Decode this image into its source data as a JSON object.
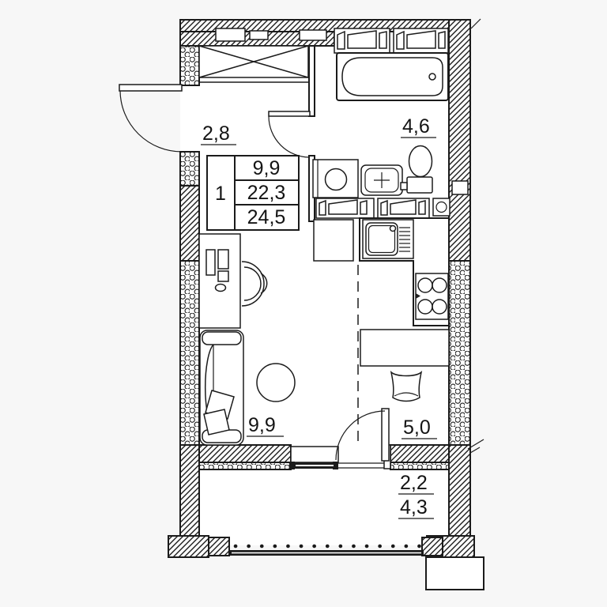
{
  "plan": {
    "title": "studio-apartment-floor-plan",
    "rooms": {
      "hallway_area": "2,8",
      "bathroom_area": "4,6",
      "living_area": "9,9",
      "kitchen_area": "5,0",
      "balcony_area_reduced": "2,2",
      "balcony_area_full": "4,3"
    },
    "apartment_table": {
      "number": "1",
      "living_space": "9,9",
      "apartment_area": "22,3",
      "total_area": "24,5"
    },
    "colors": {
      "line": "#1b1b1b",
      "paper": "#ffffff",
      "background": "#f7f7f7"
    }
  }
}
